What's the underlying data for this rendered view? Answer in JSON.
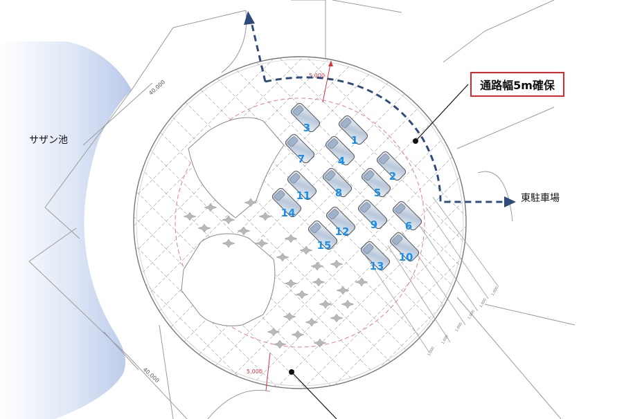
{
  "labels": {
    "pond": "サザン池",
    "parking": "東駐車場",
    "callout": "通路幅5m確保"
  },
  "dimensions": {
    "diameter_top": "40,000",
    "diameter_bottom": "40,000",
    "margin_top": "5,000",
    "margin_bottom": "5,000",
    "spacing": "1,000"
  },
  "vehicles": [
    "1",
    "2",
    "3",
    "4",
    "5",
    "6",
    "7",
    "8",
    "9",
    "10",
    "11",
    "12",
    "13",
    "14",
    "15"
  ],
  "colors": {
    "arrow": "#2f4b7c",
    "callout_border": "#e0262b",
    "number": "#1a8fe8",
    "pond": "#b9c9ea",
    "dashed_circle": "#e0888f"
  }
}
